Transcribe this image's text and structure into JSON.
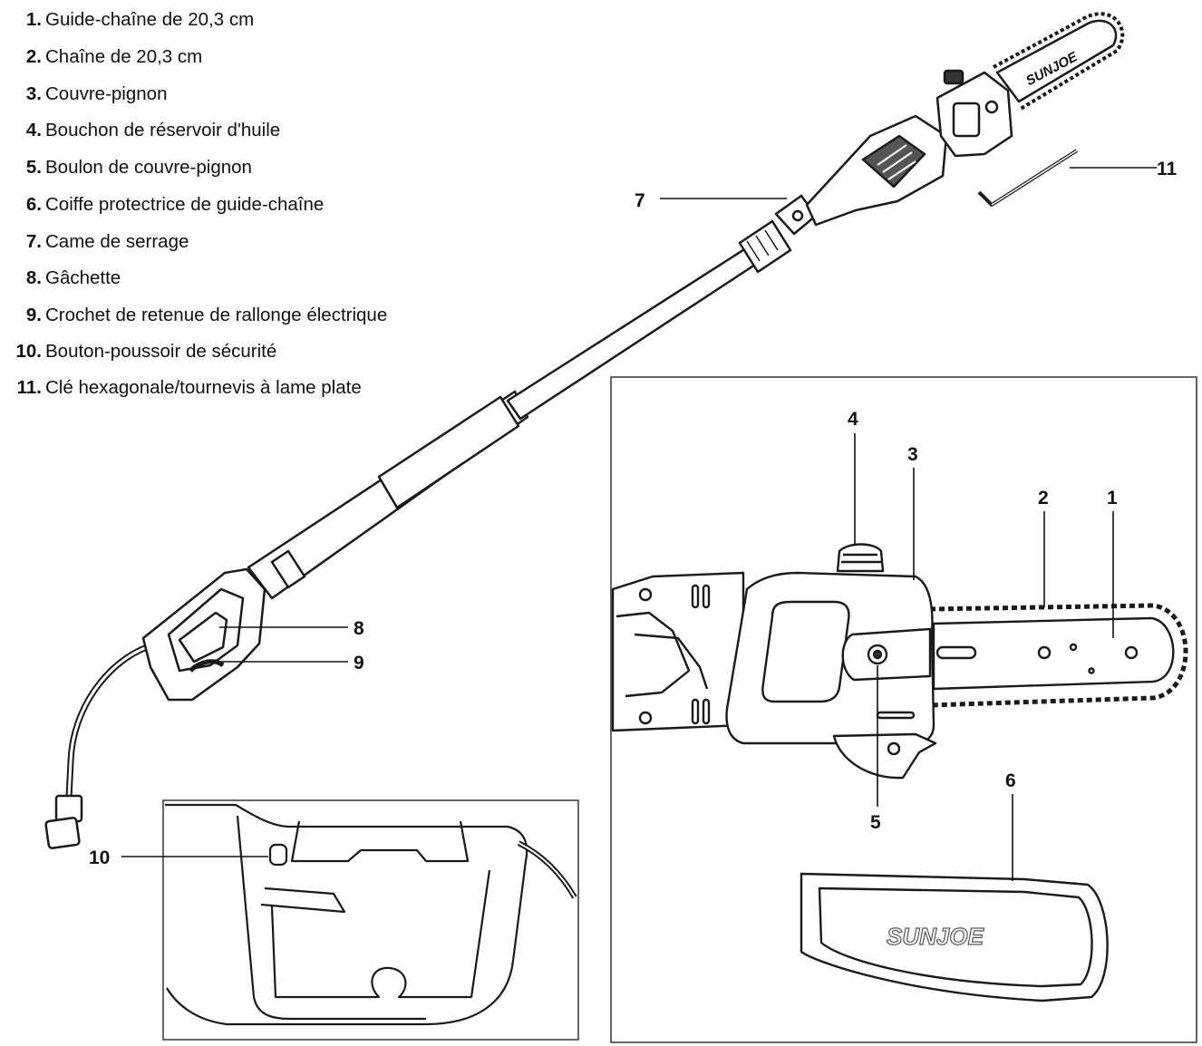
{
  "parts": [
    {
      "num": "1.",
      "name": "Guide-chaîne de 20,3 cm"
    },
    {
      "num": "2.",
      "name": "Chaîne de 20,3 cm"
    },
    {
      "num": "3.",
      "name": "Couvre-pignon"
    },
    {
      "num": "4.",
      "name": "Bouchon de réservoir d'huile"
    },
    {
      "num": "5.",
      "name": "Boulon de couvre-pignon"
    },
    {
      "num": "6.",
      "name": "Coiffe protectrice de guide-chaîne"
    },
    {
      "num": "7.",
      "name": "Came de serrage"
    },
    {
      "num": "8.",
      "name": "Gâchette"
    },
    {
      "num": "9.",
      "name": "Crochet de retenue de rallonge électrique"
    },
    {
      "num": "10.",
      "name": "Bouton-poussoir de sécurité"
    },
    {
      "num": "11.",
      "name": "Clé hexagonale/tournevis à lame plate"
    }
  ],
  "callouts": {
    "c1": "1",
    "c2": "2",
    "c3": "3",
    "c4": "4",
    "c5": "5",
    "c6": "6",
    "c7": "7",
    "c8": "8",
    "c9": "9",
    "c10": "10",
    "c11": "11"
  },
  "brand": {
    "saw_logo": "SUNJOE",
    "sheath_logo": "SUNJOE"
  }
}
